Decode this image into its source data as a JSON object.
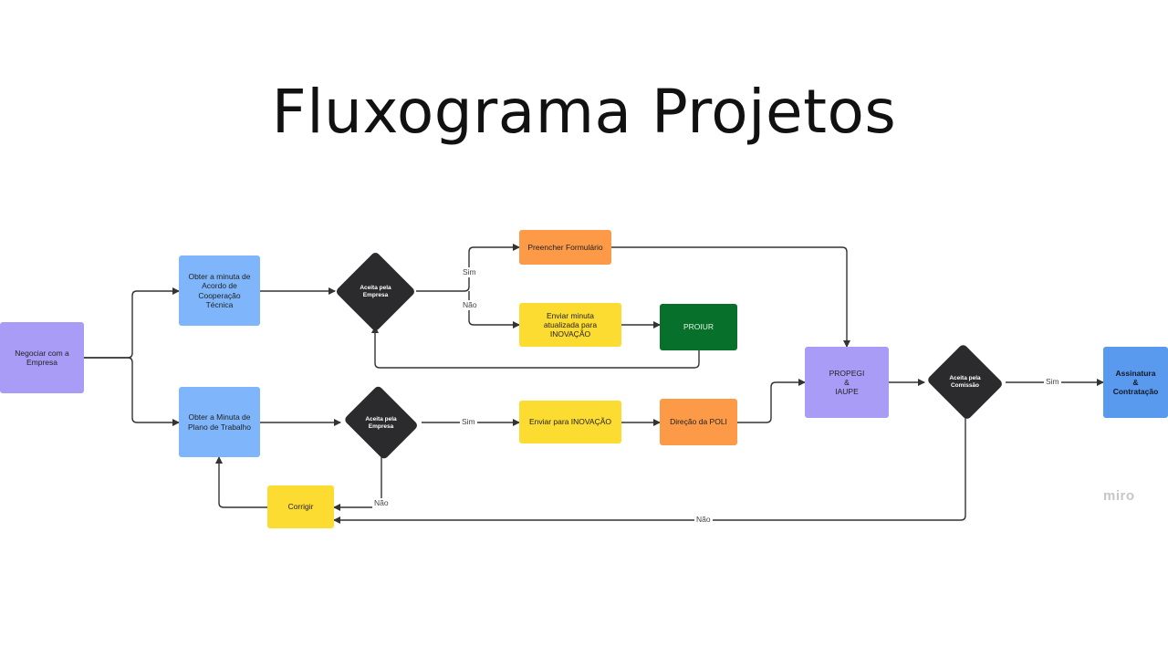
{
  "title": "Fluxograma Projetos",
  "nodes": {
    "negociar": "Negociar com a\nEmpresa",
    "obter_acordo": "Obter a minuta de\nAcordo de\nCooperação\nTécnica",
    "obter_plano": "Obter a Minuta de\nPlano de Trabalho",
    "aceita_empresa_1": "Aceita pela\nEmpresa",
    "aceita_empresa_2": "Aceita pela\nEmpresa",
    "preencher": "Preencher Formulário",
    "enviar_minuta": "Enviar minuta\natualizada para\nINOVAÇÃO",
    "proiur": "PROIUR",
    "enviar_inovacao": "Enviar para INOVAÇÃO",
    "direcao": "Direção da POLI",
    "corrigir": "Corrigir",
    "propegi": "PROPEGI\n&\nIAUPE",
    "aceita_comissao": "Aceita pela\nComissão",
    "assinatura": "Assinatura\n&\nContratação"
  },
  "edge_labels": {
    "sim_1": "Sim",
    "nao_1": "Não",
    "sim_2": "Sim",
    "nao_2": "Não",
    "sim_3": "Sim",
    "nao_3": "Não"
  },
  "watermark": "miro",
  "colors": {
    "purple": "#a99cf7",
    "blue": "#7fb6fb",
    "orange": "#fd9a47",
    "yellow": "#fddc32",
    "green": "#07702a",
    "dark": "#2b2b2e",
    "assinatura": "#5a9aee"
  }
}
